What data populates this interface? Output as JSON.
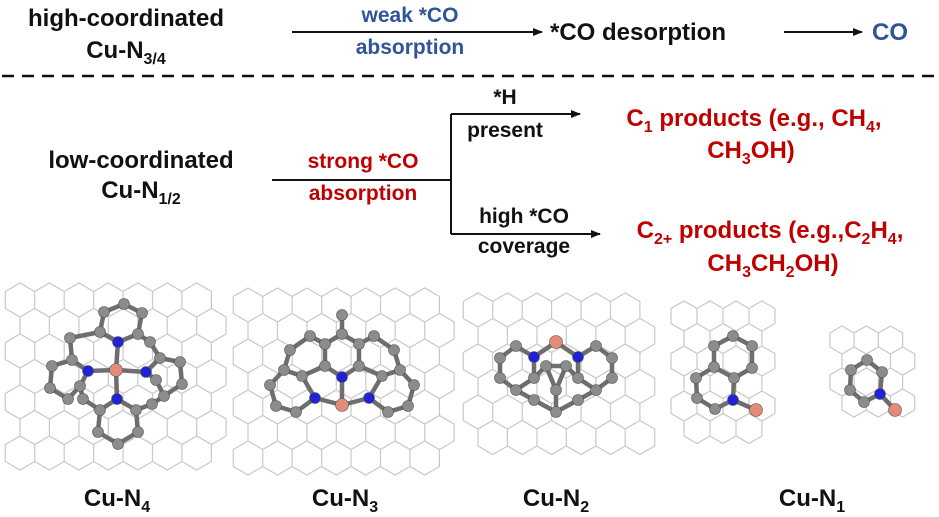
{
  "colors": {
    "black": "#111111",
    "blue": "#2f5597",
    "red": "#c00000",
    "carbon": "#8c8c8c",
    "nitrogen": "#1f22d6",
    "copper": "#e38a78",
    "lattice": "#c9c9c9"
  },
  "top_row": {
    "high_coordinated_line1": "high-coordinated",
    "high_coordinated_base": "Cu-N",
    "high_coordinated_sub": "3/4",
    "weak_line1": "weak *CO",
    "weak_line2": "absorption",
    "desorption": "*CO desorption",
    "product_co": "CO"
  },
  "bottom_row": {
    "low_coordinated_line1": "low-coordinated",
    "low_coordinated_base": "Cu-N",
    "low_coordinated_sub": "1/2",
    "strong_line1": "strong *CO",
    "strong_line2": "absorption",
    "h_line1": "*H",
    "h_line2": "present",
    "cov_line1": "high *CO",
    "cov_line2": "coverage",
    "c1_l1_a": "C",
    "c1_l1_sub1": "1",
    "c1_l1_b": " products (e.g., CH",
    "c1_l1_sub2": "4",
    "c1_l1_c": ",",
    "c1_l2_a": "CH",
    "c1_l2_sub": "3",
    "c1_l2_b": "OH)",
    "c2_l1_a": "C",
    "c2_l1_sub1": "2+",
    "c2_l1_b": " products (e.g.,C",
    "c2_l1_sub2": "2",
    "c2_l1_c": "H",
    "c2_l1_sub3": "4",
    "c2_l1_d": ",",
    "c2_l2_a": "CH",
    "c2_l2_sub1": "3",
    "c2_l2_b": "CH",
    "c2_l2_sub2": "2",
    "c2_l2_c": "OH)"
  },
  "structures": [
    {
      "base": "Cu-N",
      "sub": "4"
    },
    {
      "base": "Cu-N",
      "sub": "3"
    },
    {
      "base": "Cu-N",
      "sub": "2"
    },
    {
      "base": "Cu-N",
      "sub": "1"
    }
  ]
}
